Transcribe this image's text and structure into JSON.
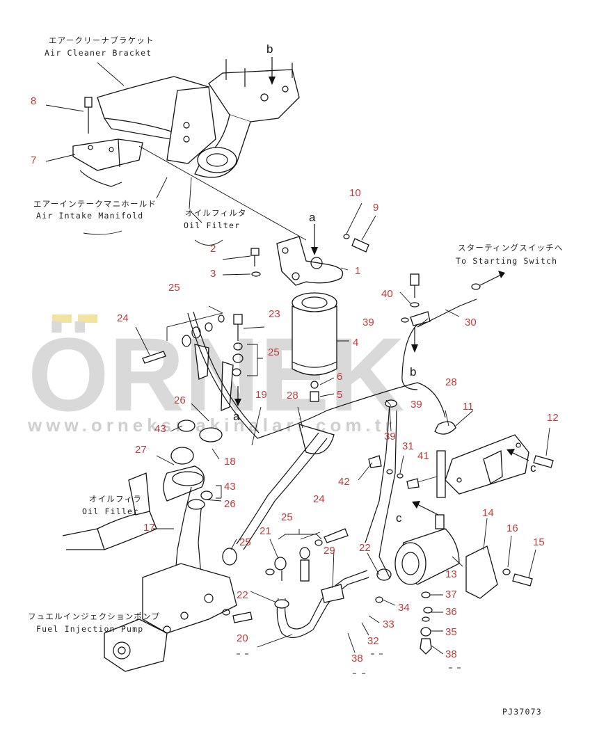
{
  "labels": {
    "air_cleaner_bracket_ja": "エアークリーナブラケット",
    "air_cleaner_bracket_en": "Air Cleaner Bracket",
    "air_intake_manifold_ja": "エアーインテークマニホールド",
    "air_intake_manifold_en": "Air Intake Manifold",
    "oil_filter_ja": "オイルフィルタ",
    "oil_filter_en": "Oil Filter",
    "starting_switch_ja": "スターティングスイッチへ",
    "starting_switch_en": "To Starting Switch",
    "oil_filler_ja": "オイルフィラ",
    "oil_filler_en": "Oil Filler",
    "fuel_pump_ja": "フュエルインジェクションポンプ",
    "fuel_pump_en": "Fuel Injection Pump",
    "drawing_code": "PJ37073"
  },
  "letters": {
    "b_top": "b",
    "a_top": "a",
    "a_low": "a",
    "b_low": "b",
    "c_right": "c",
    "c_mid": "c"
  },
  "callouts": {
    "n1": "1",
    "n2": "2",
    "n3": "3",
    "n4": "4",
    "n5": "5",
    "n6": "6",
    "n7": "7",
    "n8": "8",
    "n9": "9",
    "n10": "10",
    "n11": "11",
    "n12": "12",
    "n13": "13",
    "n14": "14",
    "n15": "15",
    "n16": "16",
    "n17": "17",
    "n18": "18",
    "n19": "19",
    "n20": "20",
    "n21": "21",
    "n22a": "22",
    "n22b": "22",
    "n23": "23",
    "n24a": "24",
    "n24b": "24",
    "n25a": "25",
    "n25b": "25",
    "n25c": "25",
    "n25d": "25",
    "n26a": "26",
    "n26b": "26",
    "n27": "27",
    "n28a": "28",
    "n28b": "28",
    "n29": "29",
    "n30": "30",
    "n31": "31",
    "n32": "32",
    "n33": "33",
    "n34": "34",
    "n35": "35",
    "n36": "36",
    "n37": "37",
    "n38a": "38",
    "n38b": "38",
    "n39a": "39",
    "n39b": "39",
    "n39c": "39",
    "n40": "40",
    "n41": "41",
    "n42": "42",
    "n43a": "43",
    "n43b": "43"
  },
  "watermark": {
    "brand": "ÖRNEK",
    "url": "www.orneksmakinalari.com.tr"
  }
}
